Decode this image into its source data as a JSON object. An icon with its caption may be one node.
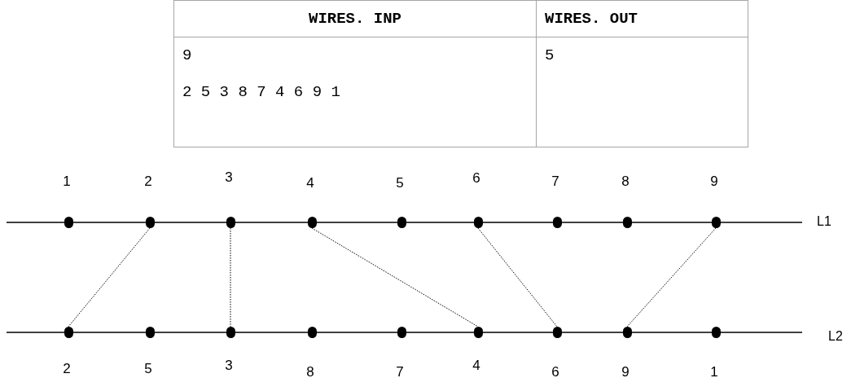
{
  "diagram": {
    "nodes": [
      {
        "text": [],
        "shape": "circle",
        "beside": [
          "1"
        ]
      },
      {
        "text": [],
        "shape": "circle",
        "beside": [
          "2"
        ]
      },
      {
        "text": [],
        "shape": "circle",
        "beside": [
          "3"
        ]
      },
      {
        "text": [],
        "shape": "circle",
        "beside": [
          "4"
        ]
      },
      {
        "text": [],
        "shape": "circle",
        "beside": [
          "5"
        ]
      },
      {
        "text": [],
        "shape": "circle",
        "beside": [
          "6"
        ]
      },
      {
        "text": [],
        "shape": "circle",
        "beside": [
          "7"
        ]
      },
      {
        "text": [],
        "shape": "circle",
        "beside": [
          "8"
        ]
      },
      {
        "text": [],
        "shape": "circle",
        "beside": [
          "9"
        ]
      },
      {
        "text": [],
        "shape": "circle",
        "beside": [
          "2"
        ]
      },
      {
        "text": [],
        "shape": "circle",
        "beside": [
          "5"
        ]
      },
      {
        "text": [],
        "shape": "circle",
        "beside": [
          "3"
        ]
      },
      {
        "text": [],
        "shape": "circle",
        "beside": [
          "8"
        ]
      },
      {
        "text": [],
        "shape": "circle",
        "beside": [
          "7"
        ]
      },
      {
        "text": [],
        "shape": "circle",
        "beside": [
          "4"
        ]
      },
      {
        "text": [],
        "shape": "circle",
        "beside": [
          "6"
        ]
      },
      {
        "text": [],
        "shape": "circle",
        "beside": [
          "9"
        ]
      },
      {
        "text": [],
        "shape": "circle",
        "beside": [
          "1"
        ]
      }
    ],
    "edges": [
      {
        "from": 1,
        "to": 9,
        "arrow": "none",
        "style": "dashed"
      },
      {
        "from": 2,
        "to": 11,
        "arrow": "none",
        "style": "dashed"
      },
      {
        "from": 3,
        "to": 14,
        "arrow": "none",
        "style": "dashed"
      },
      {
        "from": 5,
        "to": 15,
        "arrow": "none",
        "style": "dashed"
      },
      {
        "from": 8,
        "to": 16,
        "arrow": "none",
        "style": "dashed"
      }
    ],
    "labels": [
      "WIRES. INP",
      "WIRES. OUT",
      "9",
      "2 5 3 8 7 4 6 9 1",
      "5",
      "L1",
      "L2"
    ]
  }
}
